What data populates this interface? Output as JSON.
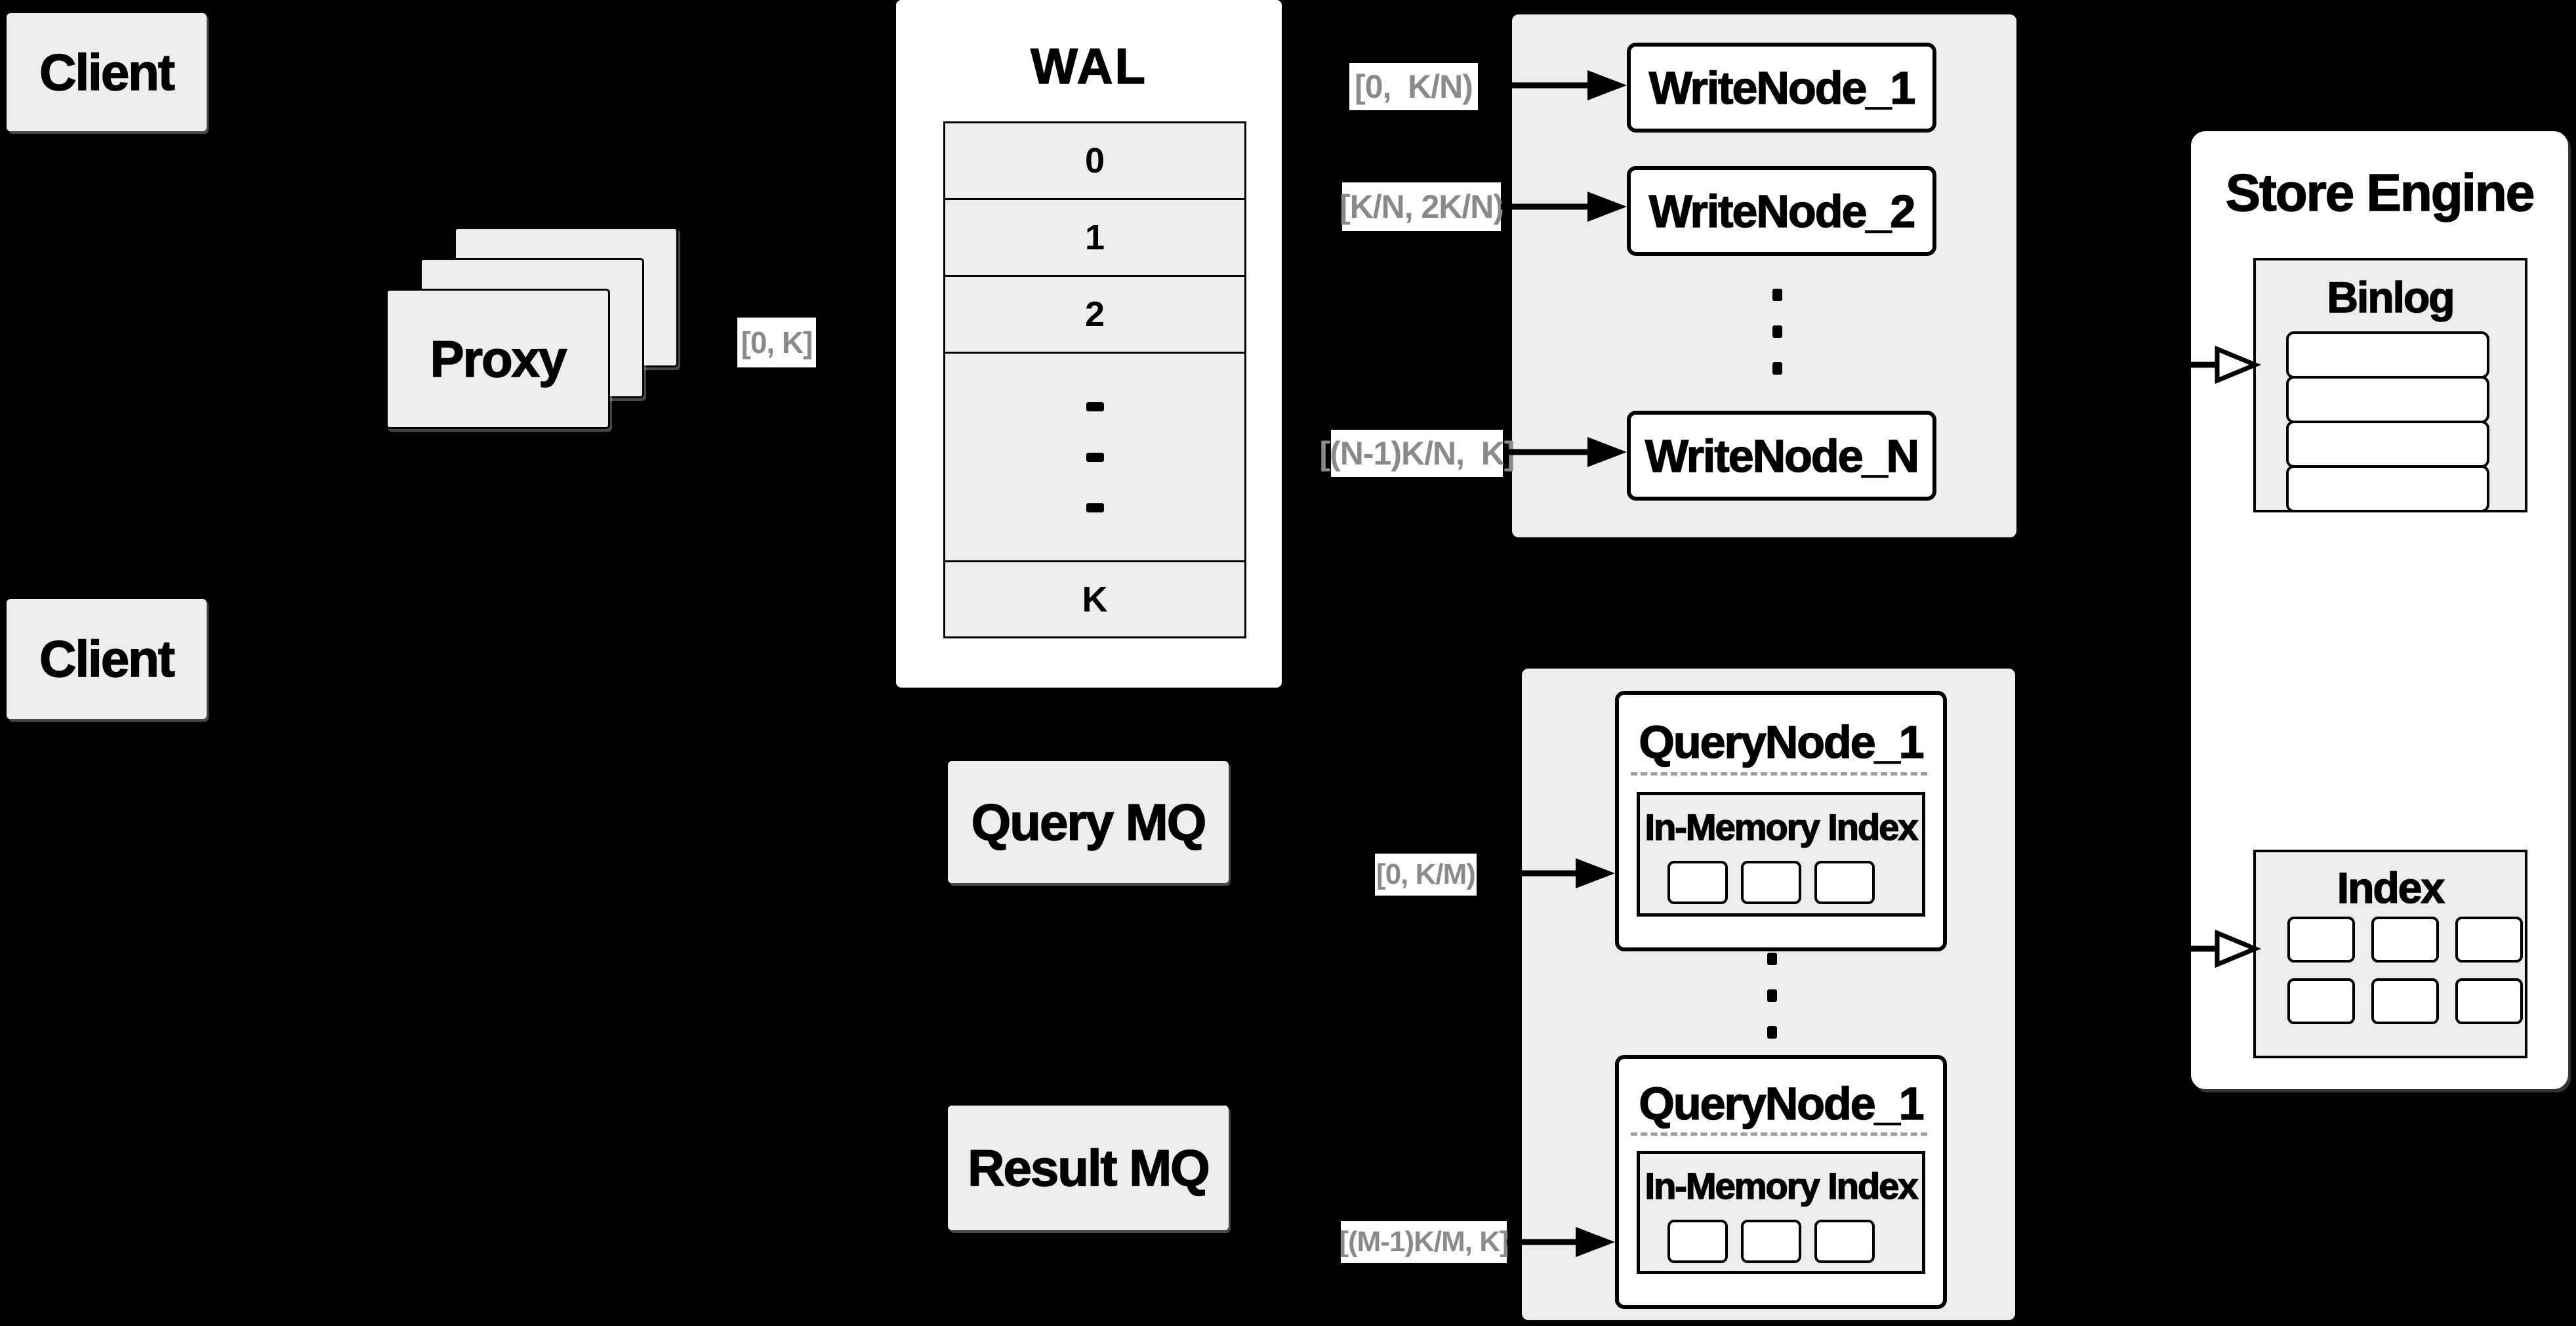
{
  "colors": {
    "background": "#000000",
    "box_fill": "#ededed",
    "white": "#ffffff",
    "label_text": "#8a8a8a",
    "line": "#000000"
  },
  "icons": {
    "solid_arrow": "black filled triangle arrow",
    "hollow_arrow": "white hollow triangle arrow",
    "vertical_ellipsis": "three stacked dots"
  },
  "clients": {
    "top": "Client",
    "bottom": "Client"
  },
  "proxy": {
    "label": "Proxy"
  },
  "wal": {
    "title": "WAL",
    "rows": [
      "0",
      "1",
      "2"
    ],
    "last_row": "K"
  },
  "range_labels": {
    "proxy_out": "[0, K]",
    "wn1": "[0,  K/N)",
    "wn2": "[K/N, 2K/N)",
    "wnN": "[(N-1)K/N,  K]",
    "qn_top": "[0, K/M)",
    "qn_bottom": "[(M-1)K/M, K]"
  },
  "write_nodes": {
    "node1": "WriteNode_1",
    "node2": "WriteNode_2",
    "nodeN": "WriteNode_N"
  },
  "mq": {
    "query": "Query MQ",
    "result": "Result MQ"
  },
  "query_nodes": {
    "top": {
      "title": "QueryNode_1",
      "index_label": "In-Memory Index"
    },
    "bottom": {
      "title": "QueryNode_1",
      "index_label": "In-Memory Index"
    }
  },
  "store_engine": {
    "title": "Store Engine",
    "binlog_title": "Binlog",
    "index_title": "Index"
  }
}
